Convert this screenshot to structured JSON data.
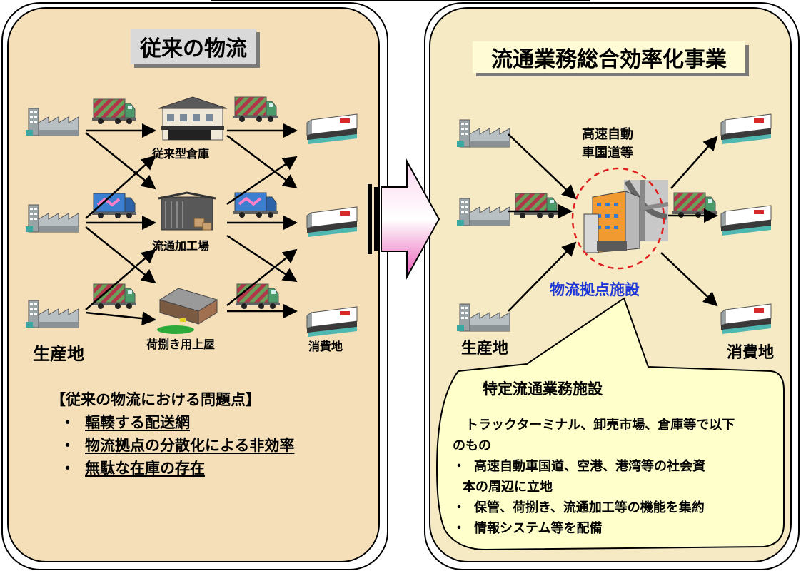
{
  "left": {
    "title": "従来の物流",
    "labels": {
      "warehouse": "従来型倉庫",
      "processing": "流通加工場",
      "shed": "荷捌き用上屋",
      "producer": "生産地",
      "consumer": "消費地"
    },
    "problems_heading": "【従来の物流における問題点】",
    "problems": [
      "輻輳する配送網",
      "物流拠点の分散化による非効率",
      "無駄な在庫の存在"
    ],
    "bullet": "・"
  },
  "right": {
    "title": "流通業務総合効率化事業",
    "highway_label_1": "高速自動",
    "highway_label_2": "車国道等",
    "hub_label": "物流拠点施設",
    "producer": "生産地",
    "consumer": "消費地",
    "callout": {
      "heading": "特定流通業務施設",
      "intro_1": "トラックターミナル、卸売市場、倉庫等で以下",
      "intro_2": "のもの",
      "items": [
        "高速自動車国道、空港、港湾等の社会資",
        "本の周辺に立地",
        "保管、荷捌き、流通加工等の機能を集約",
        "情報システム等を配備"
      ]
    }
  },
  "colors": {
    "panel_left": "#f4dfb9",
    "panel_right": "#f6eac4",
    "title_left": "#d9d9d9",
    "title_right": "#fffbd4",
    "hub_text": "#1f37d6",
    "callout_fill": "#ffffcc",
    "arrow_pink": "#ea5cb8"
  }
}
